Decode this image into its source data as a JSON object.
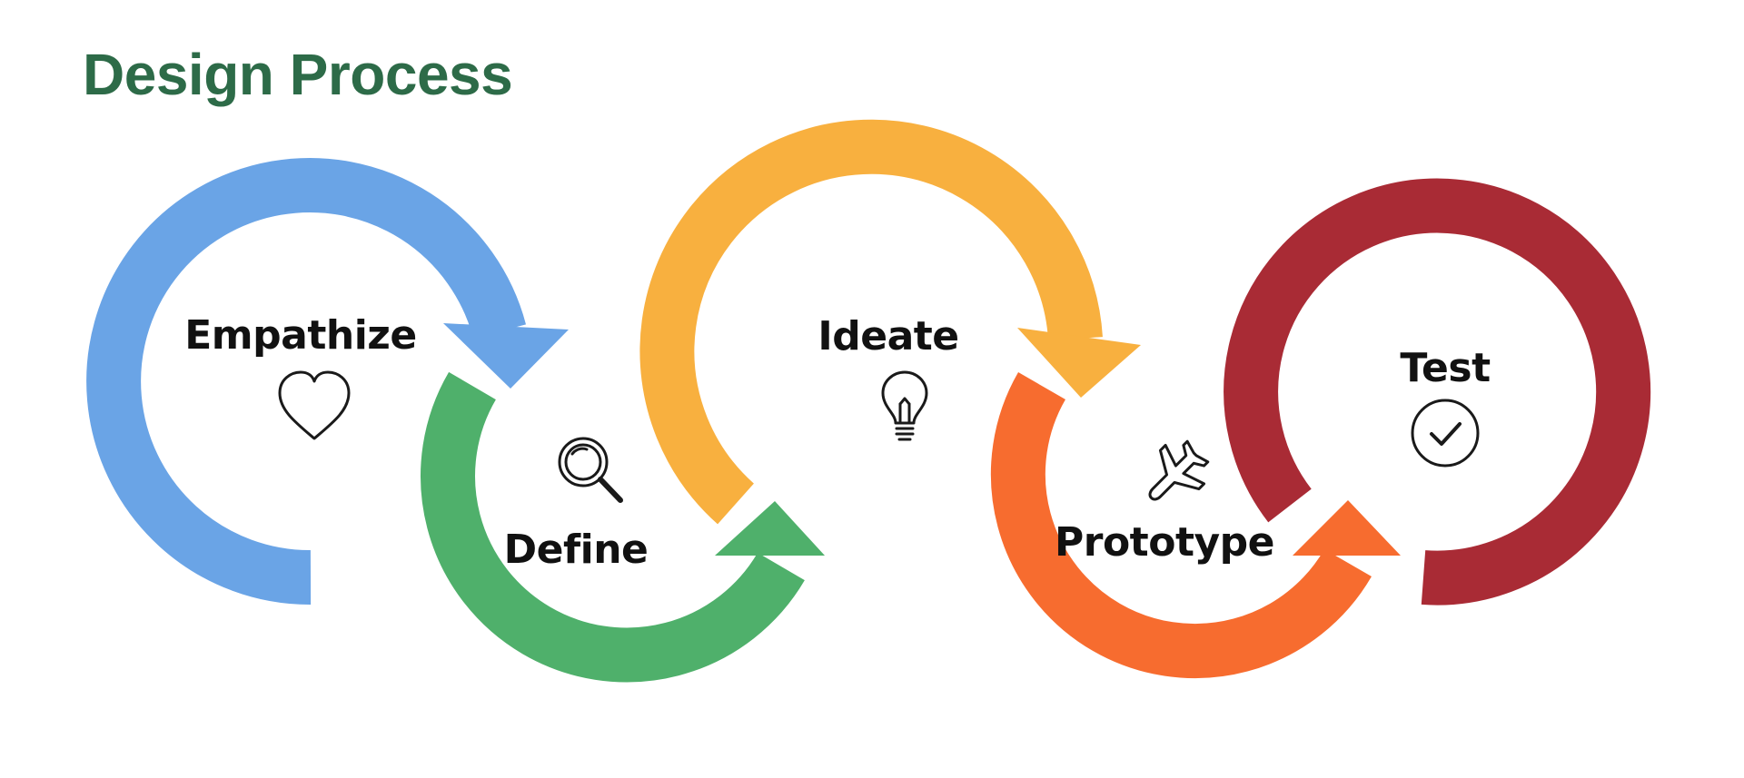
{
  "title": "Design Process",
  "stages": [
    {
      "label": "Empathize",
      "icon": "heart-icon",
      "color": "#6aa4e6"
    },
    {
      "label": "Define",
      "icon": "magnifier-icon",
      "color": "#4fb06b"
    },
    {
      "label": "Ideate",
      "icon": "lightbulb-icon",
      "color": "#f8b03f"
    },
    {
      "label": "Prototype",
      "icon": "airplane-icon",
      "color": "#f76c2f"
    },
    {
      "label": "Test",
      "icon": "check-circle-icon",
      "color": "#a92b35"
    }
  ],
  "colors": {
    "title": "#2d6b48"
  }
}
